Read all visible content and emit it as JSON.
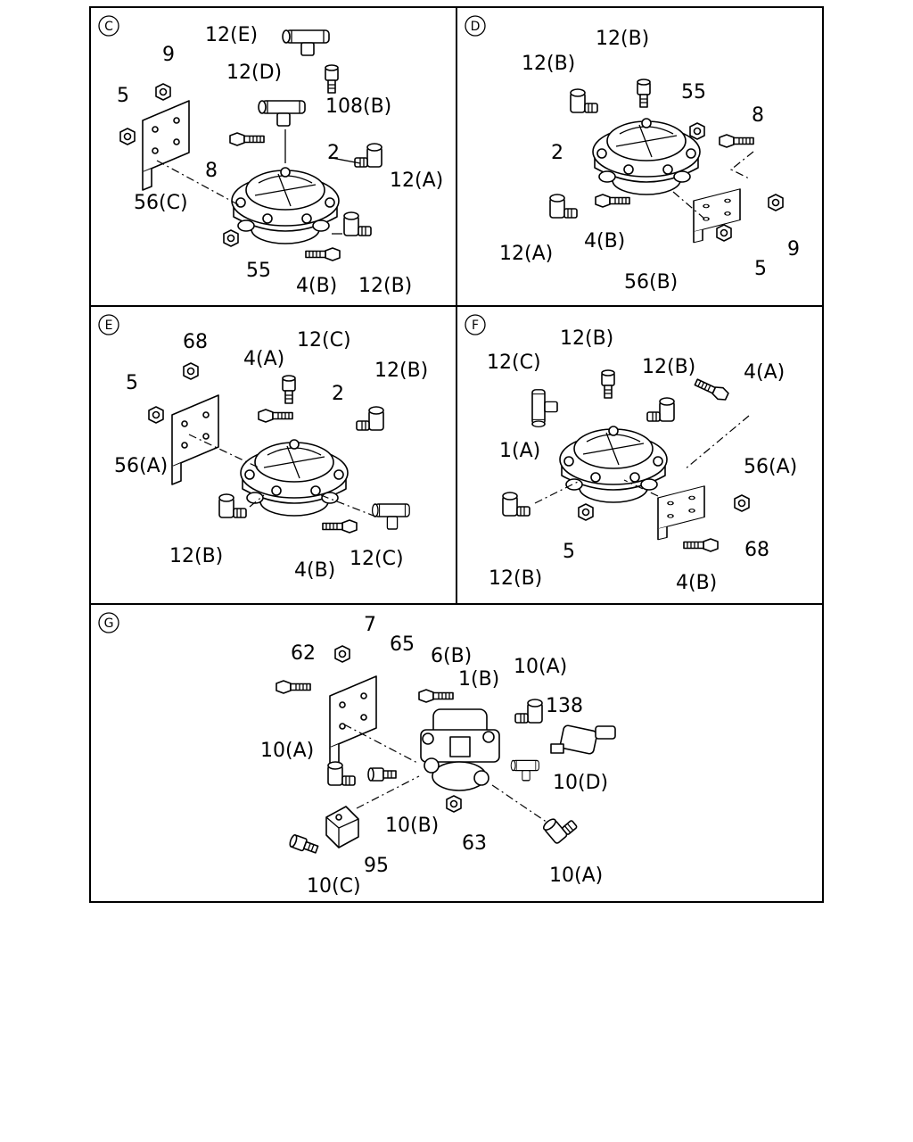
{
  "panels": {
    "C": {
      "marker": "C",
      "labels": [
        "12(E)",
        "9",
        "12(D)",
        "108(B)",
        "5",
        "8",
        "2",
        "56(C)",
        "12(A)",
        "55",
        "4(B)",
        "12(B)"
      ]
    },
    "D": {
      "marker": "D",
      "labels": [
        "12(B)",
        "12(B)",
        "55",
        "8",
        "2",
        "12(A)",
        "4(B)",
        "9",
        "5",
        "56(B)"
      ]
    },
    "E": {
      "marker": "E",
      "labels": [
        "68",
        "5",
        "4(A)",
        "12(C)",
        "12(B)",
        "2",
        "56(A)",
        "12(B)",
        "4(B)",
        "12(C)"
      ]
    },
    "F": {
      "marker": "F",
      "labels": [
        "12(B)",
        "12(C)",
        "12(B)",
        "4(A)",
        "1(A)",
        "56(A)",
        "5",
        "68",
        "12(B)",
        "4(B)"
      ]
    },
    "G": {
      "marker": "G",
      "labels": [
        "7",
        "65",
        "62",
        "6(B)",
        "1(B)",
        "10(A)",
        "138",
        "10(A)",
        "10(D)",
        "10(B)",
        "63",
        "95",
        "10(C)",
        "10(A)"
      ]
    }
  }
}
